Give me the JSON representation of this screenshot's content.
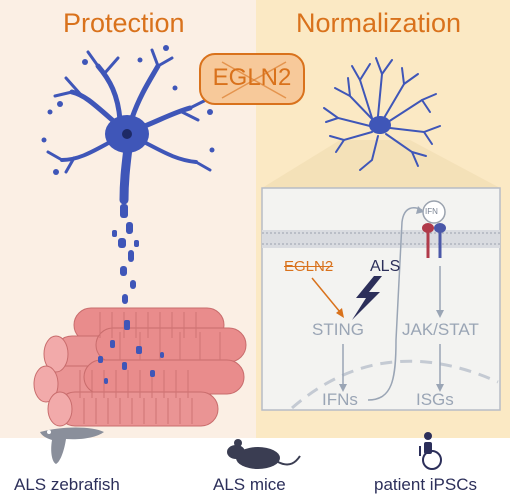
{
  "left_title": "Protection",
  "right_title": "Normalization",
  "center_badge": "EGLN2",
  "inset": {
    "ifn_receptor": "IFN",
    "egln2": "EGLN2",
    "als": "ALS",
    "sting": "STING",
    "jak_stat": "JAK/STAT",
    "ifns": "IFNs",
    "isgs": "ISGs"
  },
  "models": [
    {
      "label": "ALS zebrafish",
      "icon": "zebrafish-icon"
    },
    {
      "label": "ALS mice",
      "icon": "mouse-icon"
    },
    {
      "label": "patient iPSCs",
      "icon": "wheelchair-patient-icon"
    }
  ],
  "colors": {
    "left_bg": "#fbefe4",
    "right_bg": "#fbe9c4",
    "accent": "#d9721c",
    "neuron": "#3f56b8",
    "muscle": "#e98c8c",
    "pathway_text": "#9aa5b5"
  }
}
